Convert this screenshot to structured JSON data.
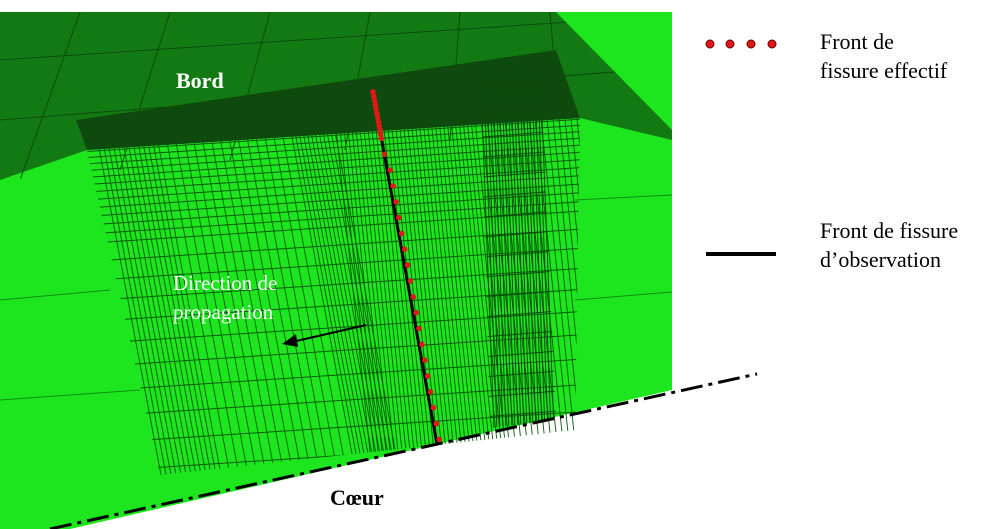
{
  "labels": {
    "edge": "Bord",
    "core": "Cœur",
    "direction_line1": "Direction de",
    "direction_line2": "propagation"
  },
  "legend": [
    {
      "symbol": "red-dots",
      "line1": "Front de",
      "line2": "fissure effectif"
    },
    {
      "symbol": "black-line",
      "line1": "Front de fissure",
      "line2": "d’observation"
    }
  ],
  "colors": {
    "mesh_green": "#1ee61e",
    "top_surface": "#137a13",
    "dense_band": "#0e4a0e",
    "effective_front": "#e01818",
    "observation_front": "#000000",
    "boundary_dashdot": "#000000"
  },
  "icons": {
    "legend_effective": "red-dots-icon",
    "legend_observation": "black-line-icon",
    "direction": "arrow-left-icon"
  }
}
